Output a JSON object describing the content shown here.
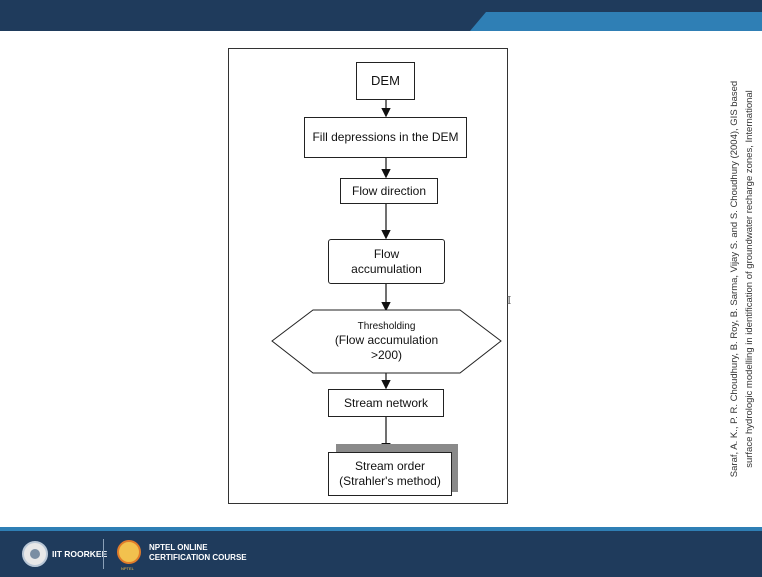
{
  "diagram": {
    "steps": {
      "dem": "DEM",
      "fill": "Fill depressions in the DEM",
      "flow_direction": "Flow direction",
      "flow_accumulation_line1": "Flow",
      "flow_accumulation_line2": "accumulation",
      "thresholding_title": "Thresholding",
      "thresholding_line1": "(Flow accumulation",
      "thresholding_line2": ">200)",
      "stream_network": "Stream network",
      "stream_order_line1": "Stream order",
      "stream_order_line2": "(Strahler's method)"
    }
  },
  "citation": {
    "line1": "Saraf, A. K., P. R. Choudhury, B. Roy, B. Sarma, Vijay S. and S. Choudhury (2004), GIS based",
    "line2": "surface hydrologic modelling in identification of groundwater recharge zones, International"
  },
  "footer": {
    "institute": "IIT ROORKEE",
    "course_line1": "NPTEL ONLINE",
    "course_line2": "CERTIFICATION COURSE",
    "logo_label": "NPTEL"
  },
  "colors": {
    "header": "#1f3b5c",
    "accent": "#2f7fb5"
  }
}
